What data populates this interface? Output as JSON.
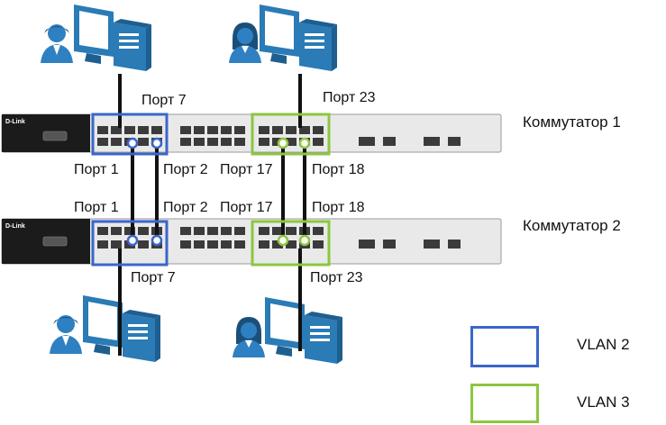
{
  "colors": {
    "vlan2": "#3a66c9",
    "vlan3": "#8cc63f",
    "cable": "#111111",
    "switch_body": "#e9e9e9",
    "switch_left_panel": "#1b1b1b",
    "port": "#3b3b3b",
    "computer": "#2a7bb6",
    "computer_dark": "#1e5f90",
    "person": "#2f80c2"
  },
  "icons": {
    "computer": "desktop-computer-icon",
    "user_male": "user-male-icon",
    "user_female": "user-female-icon",
    "switch": "network-switch-icon"
  },
  "switches": [
    {
      "name": "Коммутатор 1",
      "brand": "D-Link"
    },
    {
      "name": "Коммутатор 2",
      "brand": "D-Link"
    }
  ],
  "ports": {
    "sw1_p7": "Порт 7",
    "sw1_p23": "Порт 23",
    "sw1_p1": "Порт 1",
    "sw1_p2": "Порт 2",
    "sw1_p17": "Порт 17",
    "sw1_p18": "Порт 18",
    "sw2_p1": "Порт 1",
    "sw2_p2": "Порт 2",
    "sw2_p17": "Порт 17",
    "sw2_p18": "Порт 18",
    "sw2_p7": "Порт 7",
    "sw2_p23": "Порт 23"
  },
  "legend": [
    {
      "label": "VLAN 2",
      "color": "#3a66c9"
    },
    {
      "label": "VLAN 3",
      "color": "#8cc63f"
    }
  ]
}
